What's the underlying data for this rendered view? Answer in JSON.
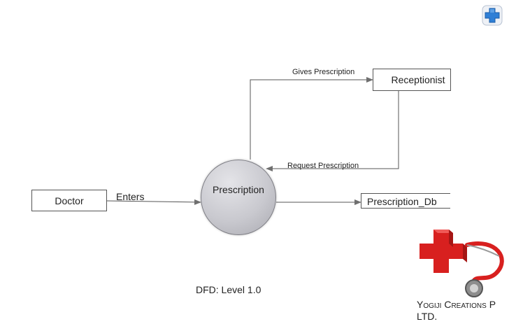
{
  "diagram": {
    "entities": {
      "doctor": "Doctor",
      "receptionist": "Receptionist"
    },
    "process": "Prescription",
    "datastore": "Prescription_Db",
    "flows": {
      "enters": "Enters",
      "gives_prescription": "Gives Prescription",
      "request_prescription": "Request Prescription"
    },
    "caption": "DFD: Level 1.0"
  },
  "company": {
    "line1": "Yogiji Creations P",
    "line2": "LTD."
  },
  "icons": {
    "corner": "medical-cross-icon",
    "logo": "stethoscope-cross-logo"
  },
  "colors": {
    "accent_red": "#d8201f",
    "cross_blue": "#2f7fd6",
    "process_fill": "#c9c9cf"
  }
}
